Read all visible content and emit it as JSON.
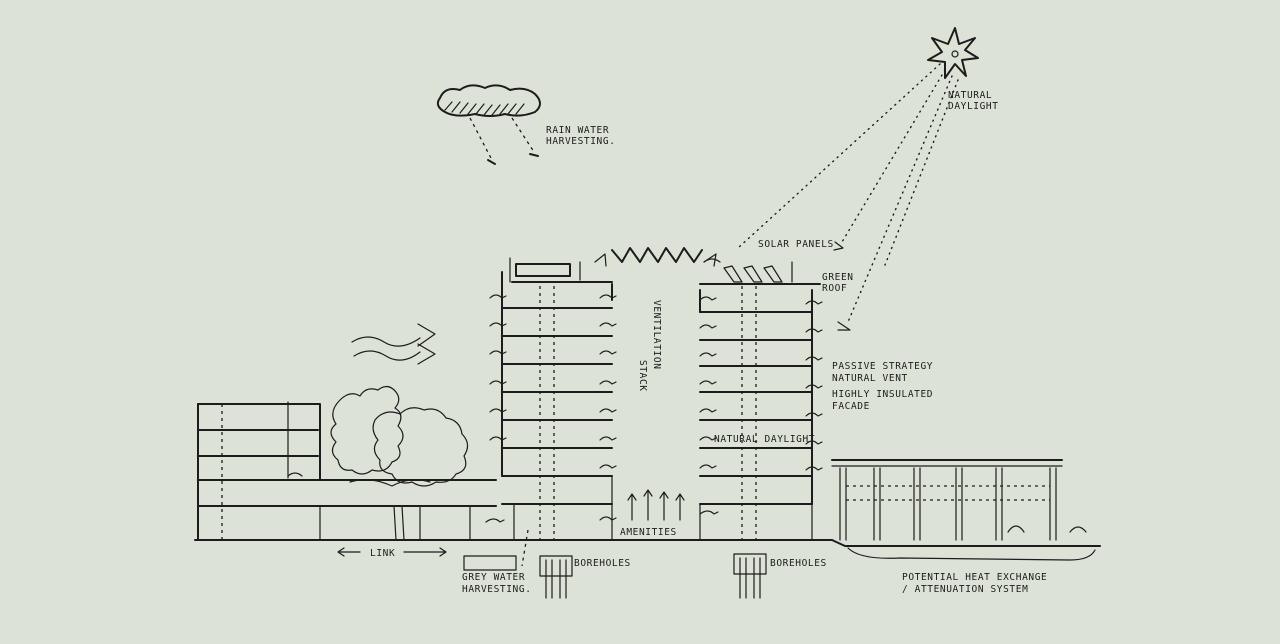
{
  "diagram": {
    "background": "#dce3d6",
    "ink": "#1c1c1c",
    "labels": {
      "natural_daylight_1": "NATURAL",
      "natural_daylight_2": "DAYLIGHT",
      "rain_water_1": "RAIN WATER",
      "rain_water_2": "HARVESTING.",
      "solar_panels": "SOLAR PANELS",
      "green_roof_1": "GREEN",
      "green_roof_2": "ROOF",
      "passive_1": "PASSIVE STRATEGY",
      "passive_2": "NATURAL VENT",
      "passive_3": "HIGHLY INSULATED",
      "passive_4": "FACADE",
      "natural_daylight_inline": "NATURAL DAYLIGHT",
      "stack": "STACK",
      "ventilation": "VENTILATION",
      "amenities": "AMENITIES",
      "link": "LINK",
      "boreholes_left": "BOREHOLES",
      "boreholes_right": "BOREHOLES",
      "grey_water_1": "GREY WATER",
      "grey_water_2": "HARVESTING.",
      "heat_exchange_1": "POTENTIAL HEAT EXCHANGE",
      "heat_exchange_2": "/ ATTENUATION SYSTEM"
    }
  }
}
